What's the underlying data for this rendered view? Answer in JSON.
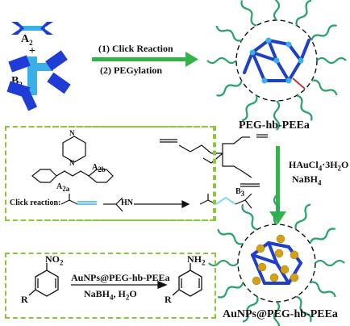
{
  "monomers": {
    "a2_label": "A",
    "a2_sub": "2",
    "plus": "+",
    "b3_label": "B",
    "b3_sub": "3"
  },
  "reaction_arrow": {
    "step1": "(1)  Click Reaction",
    "step2": "(2) PEGylation"
  },
  "polymer": {
    "label": "PEG-hb-PEEa"
  },
  "reduction_arrow": {
    "reagent1_main": "HAuCl",
    "reagent1_sub": "4",
    "reagent1_tail": "·3H",
    "reagent1_sub2": "2",
    "reagent1_tail2": "O",
    "reagent2_main": "NaBH",
    "reagent2_sub": "4"
  },
  "nanoparticle": {
    "label": "AuNPs@PEG-hb-PEEa"
  },
  "structures_panel": {
    "a2b_label": "A",
    "a2b_sub": "2b",
    "a2a_label": "A",
    "a2a_sub": "2a",
    "b3_label": "B",
    "b3_sub": "3",
    "click_label": "Click reaction:",
    "nh_text": "HN",
    "nh_top": "N",
    "nh_bottom": "N"
  },
  "catalysis_panel": {
    "reactant_group": "NO",
    "reactant_sub": "2",
    "reactant_r": "R",
    "product_group": "NH",
    "product_sub": "2",
    "product_r": "R",
    "catalyst": "AuNPs@PEG-hb-PEEa",
    "cond_main": "NaBH",
    "cond_sub": "4",
    "cond_tail": ", H",
    "cond_sub2": "2",
    "cond_tail2": "O"
  },
  "colors": {
    "monomer_a2": "#3ab0e6",
    "monomer_b3": "#1f3cd6",
    "reaction_arrow": "#33b34a",
    "peg_chains": "#2aa36b",
    "polymer_core": "#1e40c8",
    "gold_particles": "#d4a017",
    "panel_border": "#8cc63f",
    "alkyne_bond": "#3ab0e6",
    "product_bond": "#8ad3f0"
  }
}
